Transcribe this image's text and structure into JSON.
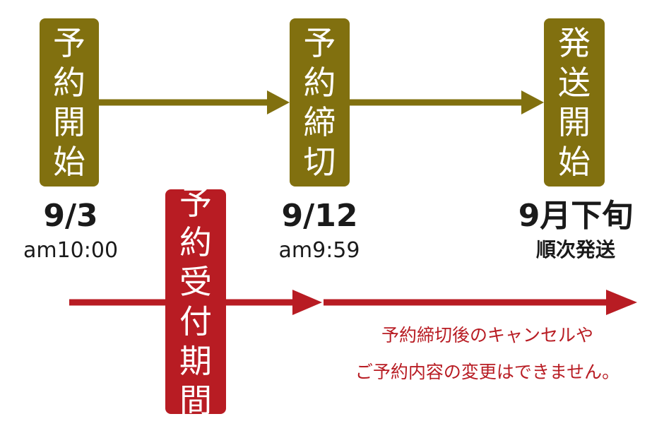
{
  "colors": {
    "gold": "#81700f",
    "red": "#b81c23",
    "text": "#1a1a1a"
  },
  "milestones": {
    "start": {
      "label_chars": [
        "予",
        "約",
        "開",
        "始"
      ],
      "date": "9/3",
      "time": "am10:00"
    },
    "close": {
      "label_chars": [
        "予",
        "約",
        "締",
        "切"
      ],
      "date": "9/12",
      "time": "am9:59"
    },
    "ship": {
      "label_chars": [
        "発",
        "送",
        "開",
        "始"
      ],
      "date": "9月下旬",
      "time": "順次発送"
    }
  },
  "period": {
    "label_chars": [
      "予",
      "約",
      "受",
      "付",
      "期",
      "間"
    ]
  },
  "notice": {
    "line1": "予約締切後のキャンセルや",
    "line2": "ご予約内容の変更はできません。"
  }
}
